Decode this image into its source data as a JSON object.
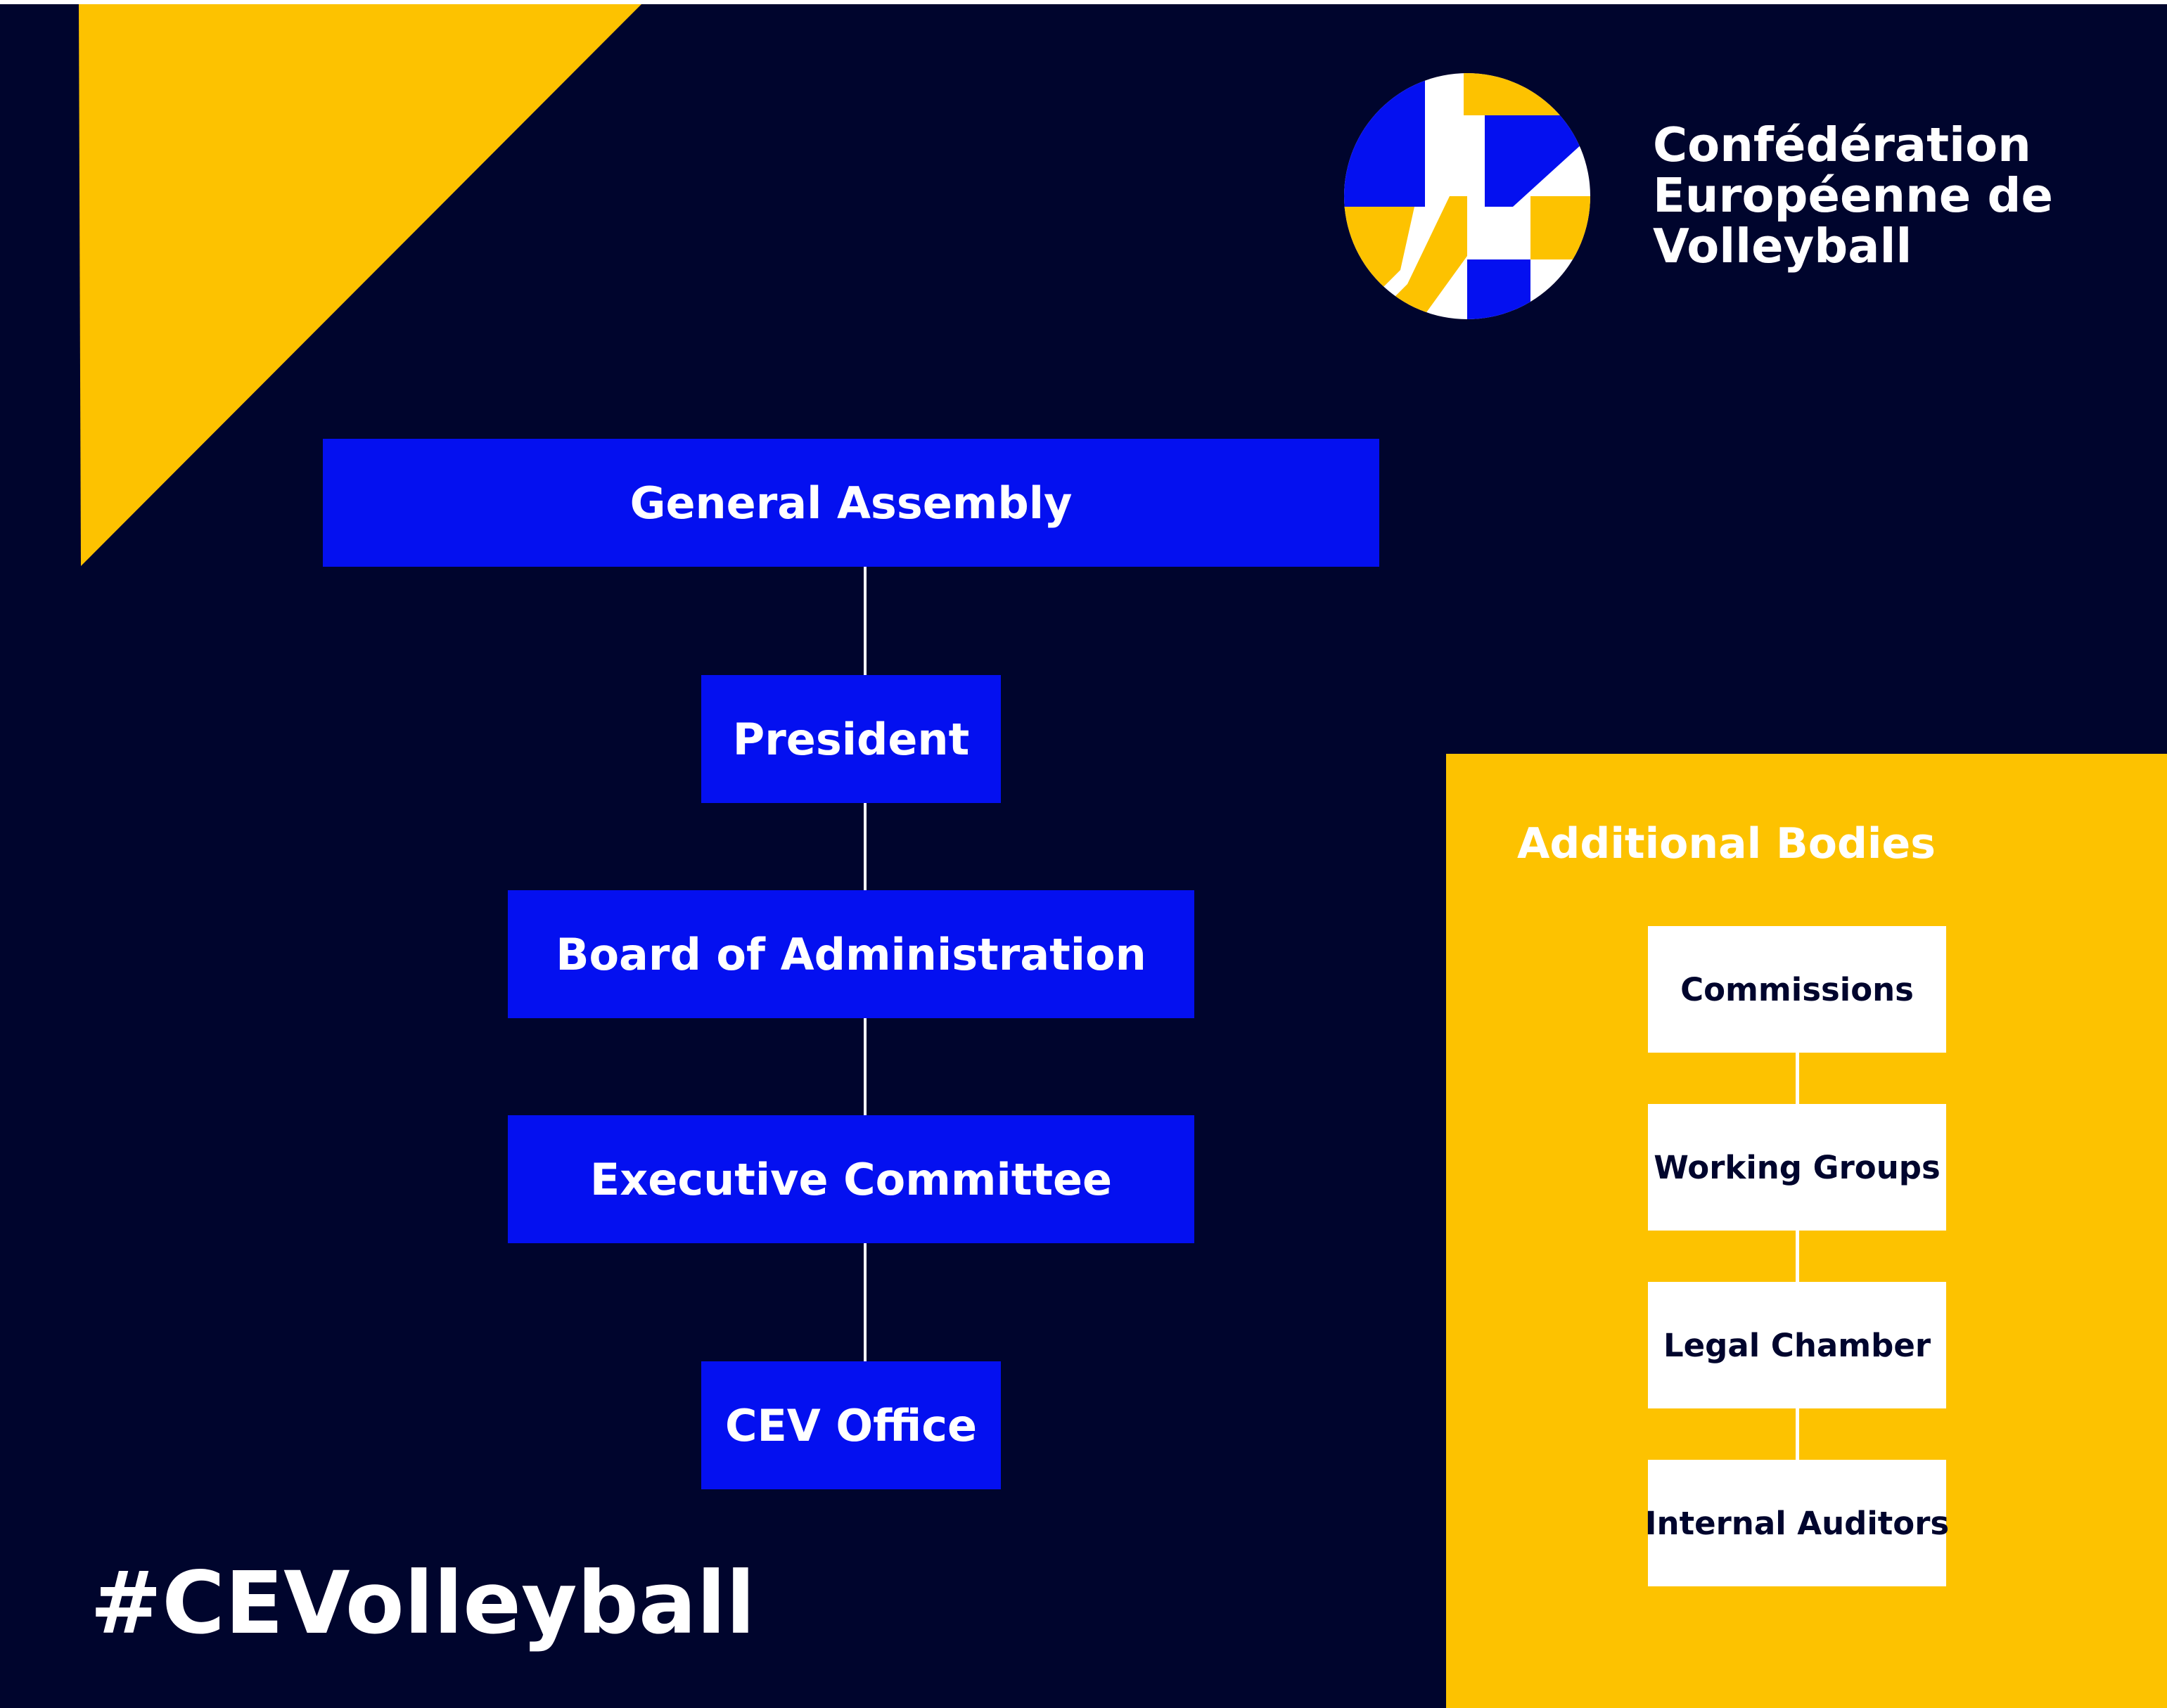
{
  "brand": {
    "name_lines": [
      "Confédération",
      "Européenne de",
      "Volleyball"
    ]
  },
  "hierarchy": [
    {
      "label": "General Assembly"
    },
    {
      "label": "President"
    },
    {
      "label": "Board of Administration"
    },
    {
      "label": "Executive Committee"
    },
    {
      "label": "CEV Office"
    }
  ],
  "additional_bodies": {
    "title": "Additional Bodies",
    "items": [
      {
        "label": "Commissions"
      },
      {
        "label": "Working Groups"
      },
      {
        "label": "Legal Chamber"
      },
      {
        "label": "Internal Auditors"
      }
    ]
  },
  "hashtag": "#CEVolleyball",
  "colors": {
    "background": "#00052d",
    "accent_yellow": "#fdc200",
    "box_blue": "#0410f0",
    "text_white": "#ffffff"
  },
  "icons": [
    "cev-logo-icon"
  ]
}
